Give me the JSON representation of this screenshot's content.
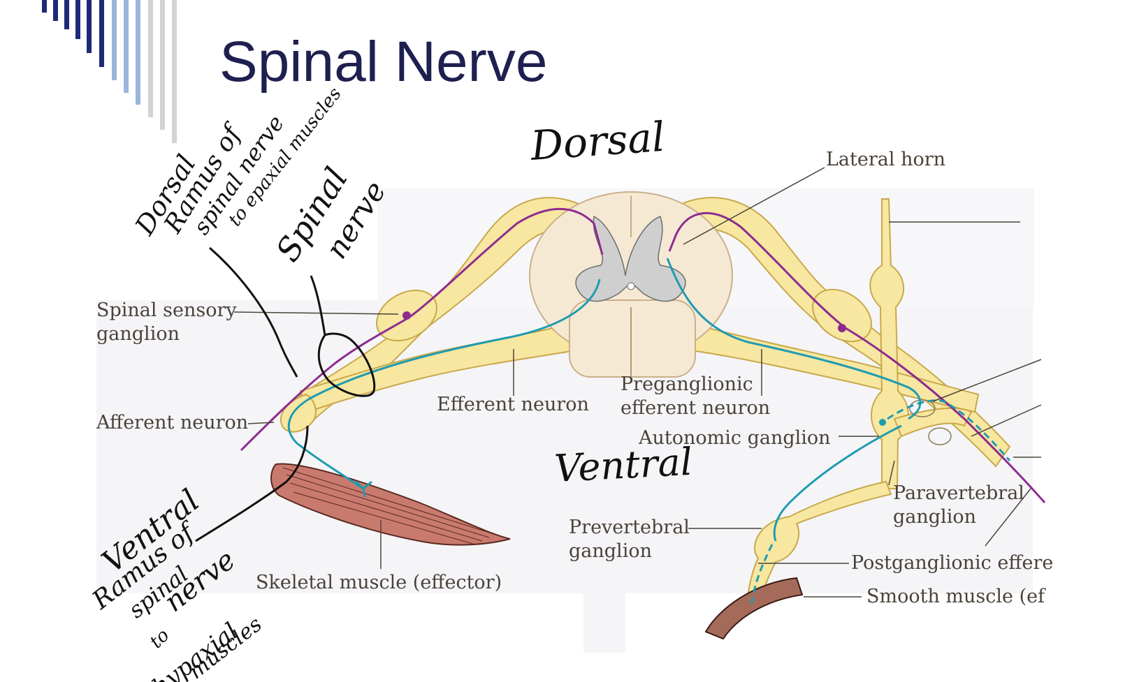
{
  "slide": {
    "title": "Spinal Nerve"
  },
  "labels": {
    "lateral_horn": "Lateral horn",
    "spinal_sensory_ganglion": "Spinal sensory\nganglion",
    "afferent_neuron": "Afferent neuron",
    "efferent_neuron": "Efferent neuron",
    "preganglionic_efferent_neuron": "Preganglionic\nefferent neuron",
    "autonomic_ganglion": "Autonomic ganglion",
    "paravertebral_ganglion": "Paravertebral\nganglion",
    "prevertebral_ganglion": "Prevertebral\nganglion",
    "postganglionic_efferent": "Postganglionic effere",
    "smooth_muscle": "Smooth muscle (ef",
    "skeletal_muscle": "Skeletal muscle (effector)"
  },
  "handwriting": {
    "dorsal": "Dorsal",
    "ventral": "Ventral",
    "dorsal_ramus": "Dorsal",
    "dorsal_ramus_2": "Ramus of",
    "dorsal_ramus_3": "spinal nerve",
    "dorsal_ramus_4": "to epaxial muscles",
    "spinal_nerve_1": "Spinal",
    "spinal_nerve_2": "nerve",
    "ventral_ramus_1": "Ventral",
    "ventral_ramus_2": "Ramus of",
    "ventral_ramus_3": "spinal",
    "ventral_ramus_4": "nerve",
    "ventral_ramus_5": "to",
    "ventral_ramus_6": "hypaxial",
    "ventral_ramus_7": "muscles"
  },
  "colors": {
    "title": "#1e2050",
    "nerve_fill": "#f7e7a1",
    "nerve_stroke": "#c9a84a",
    "cord": "#f6e9d4",
    "grey_matter": "#cfcfcf",
    "sensory_path": "#8e2b8f",
    "motor_path": "#1f9bb0",
    "muscle": "#c97a6e",
    "label_text": "#4a4238",
    "deco_dark": "#1e2a78",
    "deco_light": "#9bb5dd"
  }
}
